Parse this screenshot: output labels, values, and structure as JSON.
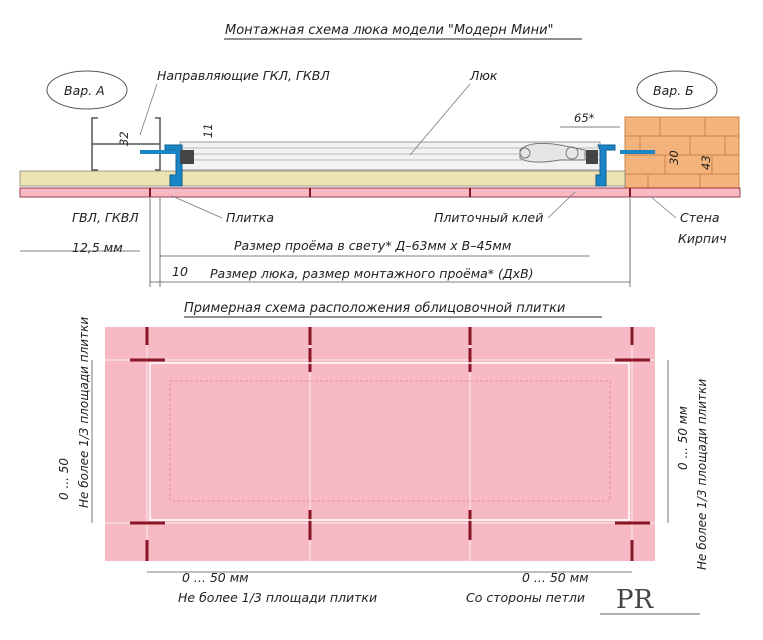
{
  "colors": {
    "tile": "#f7b9c4",
    "tile_joint": "#8a1526",
    "brick": "#f3b37b",
    "brick_line": "#c98648",
    "frame_blue": "#1a86c8",
    "plaster": "#ece3b0",
    "leader": "#7a7a7a"
  },
  "top": {
    "title": "Монтажная схема люка модели \"Модерн Мини\"",
    "var_a": "Вар. А",
    "var_b": "Вар. Б",
    "guides": "Направляющие ГКЛ, ГКВЛ",
    "hatch": "Люк",
    "dim_32": "32",
    "dim_11": "11",
    "dim_65": "65*",
    "dim_30": "30",
    "dim_43": "43",
    "gvl": "ГВЛ, ГКВЛ",
    "tile": "Плитка",
    "glue": "Плиточный клей",
    "wall": "Стена",
    "brick": "Кирпич",
    "thick": "12,5 мм",
    "opening": "Размер проёма в свету* Д–63мм х В–45мм",
    "dim_10": "10",
    "hatch_size": "Размер люка, размер монтажного проёма* (ДхВ)"
  },
  "bottom": {
    "title": "Примерная схема расположения облицовочной плитки",
    "left_range": "0 ... 50",
    "left_note": "Не более 1/3 площади плитки",
    "right_range": "0 ... 50 мм",
    "right_note": "Не более 1/3 площади плитки",
    "bl_range": "0 ... 50 мм",
    "bl_note": "Не более 1/3 площади плитки",
    "br_range": "0 ... 50 мм",
    "br_note": "Со стороны петли"
  },
  "logo": {
    "text": "PR"
  }
}
